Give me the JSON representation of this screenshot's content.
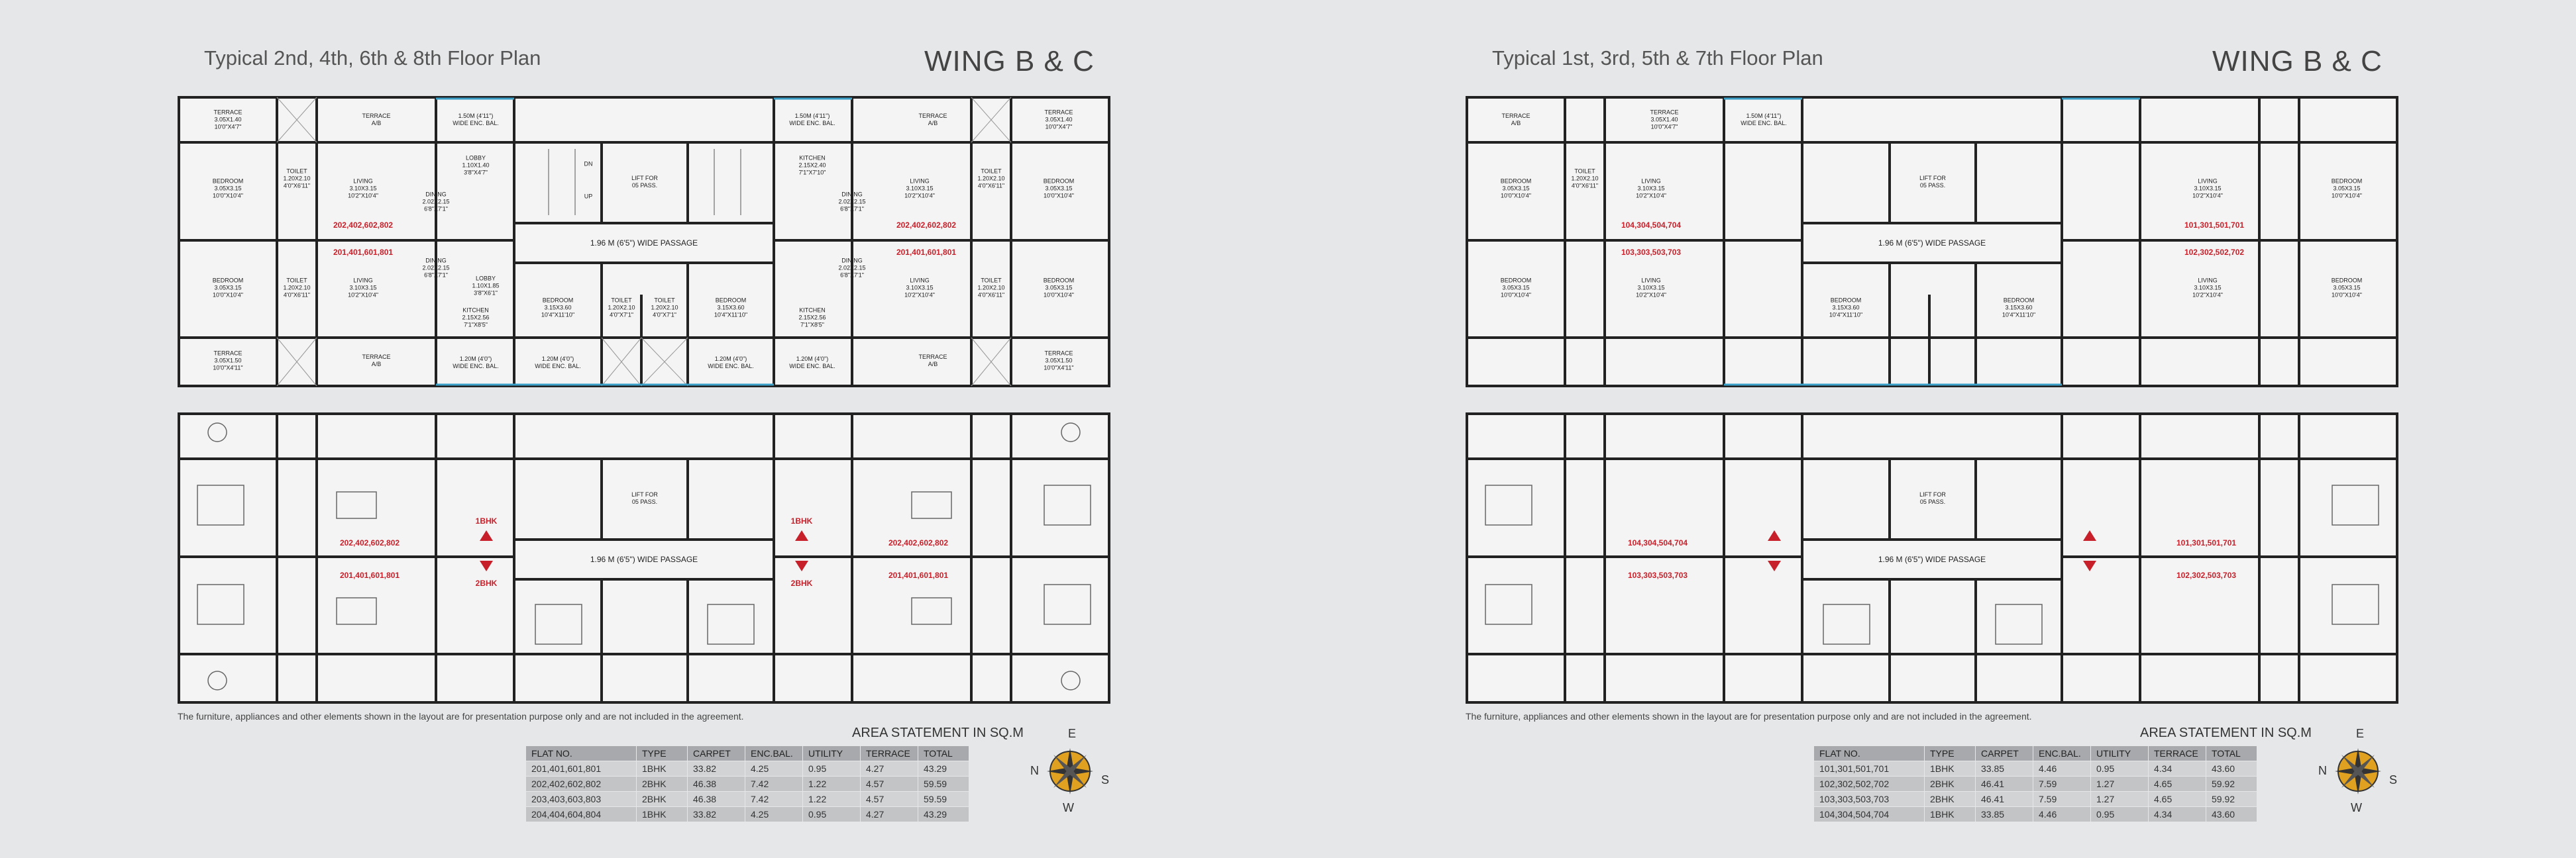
{
  "left": {
    "title": "Typical 2nd, 4th, 6th & 8th Floor Plan",
    "wing": "WING B & C",
    "upper_flats": "202,402,602,802",
    "lower_flats": "201,401,601,801",
    "rooms_top": {
      "terrace_tl": "TERRACE\n3.05X1.40\n10'0\"X4'7\"",
      "terrace_ab_1": "TERRACE\nA/B",
      "enc_bal_1": "1.50M (4'11\")\nWIDE ENC. BAL.",
      "bedroom_1": "BEDROOM\n3.05X3.15\n10'0\"X10'4\"",
      "toilet_1": "TOILET\n1.20X2.10\n4'0\"X6'11\"",
      "living_1": "LIVING\n3.10X3.15\n10'2\"X10'4\"",
      "dining_1": "DINING\n2.02X2.15\n6'8\"X7'1\"",
      "lobby_1": "LOBBY\n1.10X1.40\n3'8\"X4'7\"",
      "kitchen_1": "KITCHEN\n2.15X2.40\n7'1\"X7'10\"",
      "bedroom_2": "BEDROOM\n3.05X3.15\n10'0\"X10'4\"",
      "toilet_2": "TOILET\n1.20X2.10\n4'0\"X6'11\"",
      "living_2": "LIVING\n3.10X3.15\n10'2\"X10'4\"",
      "dining_2": "DINING\n2.02X2.15\n6'8\"X7'1\"",
      "lobby_2": "LOBBY\n1.10X1.85\n3'8\"X6'1\"",
      "kitchen_2": "KITCHEN\n2.15X2.56\n7'1\"X8'5\"",
      "terrace_bl": "TERRACE\n3.05X1.50\n10'0\"X4'11\"",
      "terrace_ab_2": "TERRACE\nA/B",
      "enc_bal_2": "1.20M (4'0\")\nWIDE ENC. BAL.",
      "bedroom_c1": "BEDROOM\n3.15X3.60\n10'4\"X11'10\"",
      "bedroom_c2": "BEDROOM\n3.15X3.60\n10'4\"X11'10\"",
      "toilet_c1": "TOILET\n1.20X2.10\n4'0\"X7'1\"",
      "toilet_c2": "TOILET\n1.20X2.10\n4'0\"X7'1\"",
      "enc_bal_c1": "1.20M (4'0\")\nWIDE ENC. BAL.",
      "enc_bal_c2": "1.20M (4'0\")\nWIDE ENC. BAL.",
      "lift": "LIFT FOR\n05 PASS.",
      "passage": "1.96 M (6'5\") WIDE PASSAGE",
      "dn": "DN",
      "up": "UP"
    },
    "bottom": {
      "upper_flats": "202,402,602,802",
      "lower_flats": "201,401,601,801",
      "bhk1": "1BHK",
      "bhk2": "2BHK",
      "passage": "1.96 M (6'5\") WIDE PASSAGE",
      "lift": "LIFT FOR\n05 PASS."
    },
    "disclaimer": "The furniture, appliances and other elements shown in the layout are for presentation purpose only and are not included in the agreement.",
    "area_title": "AREA STATEMENT IN SQ.M",
    "area_headers": [
      "FLAT NO.",
      "TYPE",
      "CARPET",
      "ENC.BAL.",
      "UTILITY",
      "TERRACE",
      "TOTAL"
    ],
    "area_rows": [
      [
        "201,401,601,801",
        "1BHK",
        "33.82",
        "4.25",
        "0.95",
        "4.27",
        "43.29"
      ],
      [
        "202,402,602,802",
        "2BHK",
        "46.38",
        "7.42",
        "1.22",
        "4.57",
        "59.59"
      ],
      [
        "203,403,603,803",
        "2BHK",
        "46.38",
        "7.42",
        "1.22",
        "4.57",
        "59.59"
      ],
      [
        "204,404,604,804",
        "1BHK",
        "33.82",
        "4.25",
        "0.95",
        "4.27",
        "43.29"
      ]
    ]
  },
  "right": {
    "title": "Typical 1st, 3rd, 5th & 7th Floor Plan",
    "wing": "WING B & C",
    "upper_flats_l": "104,304,504,704",
    "upper_flats_r": "101,301,501,701",
    "lower_flats_l": "103,303,503,703",
    "lower_flats_r": "102,302,502,702",
    "bottom_upper_l": "104,304,504,704",
    "bottom_upper_r": "101,301,501,701",
    "bottom_lower_l": "103,303,503,703",
    "bottom_lower_r": "102,302,503,703",
    "disclaimer": "The furniture, appliances and other elements shown in the layout are for presentation purpose only and are not included in the agreement.",
    "area_title": "AREA STATEMENT IN SQ.M",
    "area_headers": [
      "FLAT NO.",
      "TYPE",
      "CARPET",
      "ENC.BAL.",
      "UTILITY",
      "TERRACE",
      "TOTAL"
    ],
    "area_rows": [
      [
        "101,301,501,701",
        "1BHK",
        "33.85",
        "4.46",
        "0.95",
        "4.34",
        "43.60"
      ],
      [
        "102,302,502,702",
        "2BHK",
        "46.41",
        "7.59",
        "1.27",
        "4.65",
        "59.92"
      ],
      [
        "103,303,503,703",
        "2BHK",
        "46.41",
        "7.59",
        "1.27",
        "4.65",
        "59.92"
      ],
      [
        "104,304,504,704",
        "1BHK",
        "33.85",
        "4.46",
        "0.95",
        "4.34",
        "43.60"
      ]
    ]
  },
  "compass": {
    "n": "N",
    "e": "E",
    "s": "S",
    "w": "W",
    "accent": "#e0a020"
  },
  "colors": {
    "wall": "#222222",
    "red": "#c8202a",
    "bal": "#3aa0c8"
  }
}
